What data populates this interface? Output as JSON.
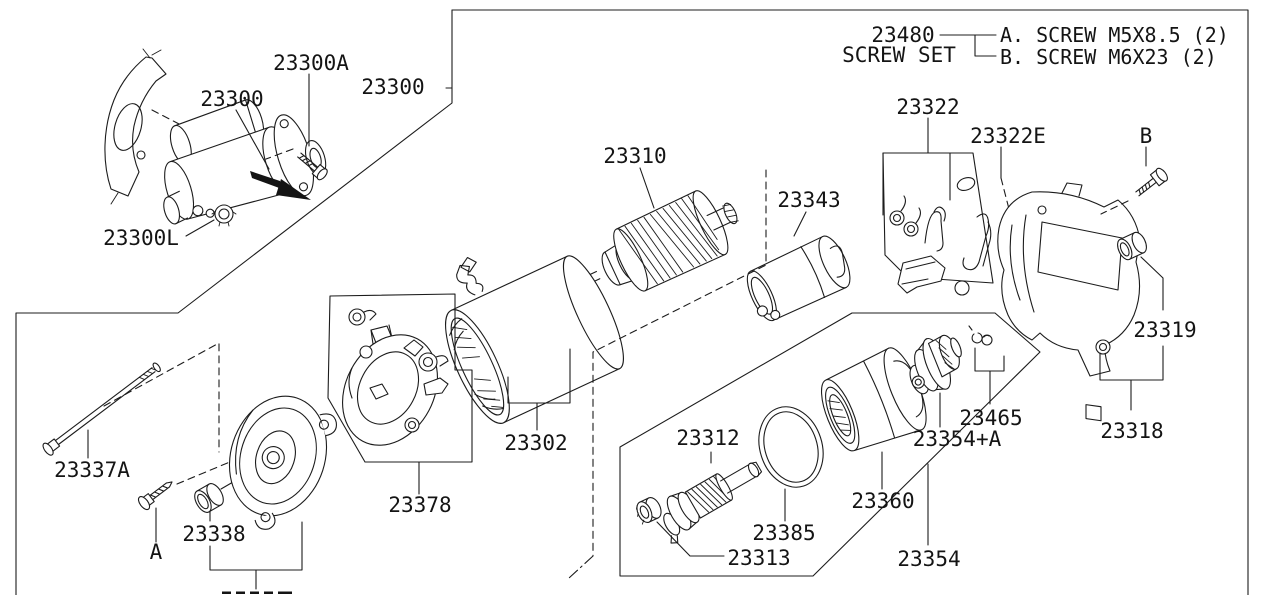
{
  "page": {
    "background": "#ffffff",
    "line_color": "#1c1c1c"
  },
  "legend": {
    "part_no": "23480",
    "set_name": "SCREW SET",
    "item_a": "A. SCREW M5X8.5 (2)",
    "item_b": "B. SCREW M6X23 (2)"
  },
  "labels": {
    "assembly": "23300",
    "assembly_bolt": "23300A",
    "assembly_nut": "23300L",
    "armature": "23310",
    "yoke": "23302",
    "magnetic_switch": "23343",
    "brush_holder": "23322",
    "brush_spring": "23322E",
    "screw_b": "B",
    "bushing_rear": "23319",
    "rear_cover": "23318",
    "center_bracket": "23378",
    "pinion_shaft": "23312",
    "o_ring": "23385",
    "stopper_ring": "23313",
    "clutch": "23360",
    "gear": "23354+A",
    "ball": "23465",
    "pinion_group": "23354",
    "through_bolt": "23337A",
    "bushing_front": "23338",
    "screw_a": "A"
  }
}
